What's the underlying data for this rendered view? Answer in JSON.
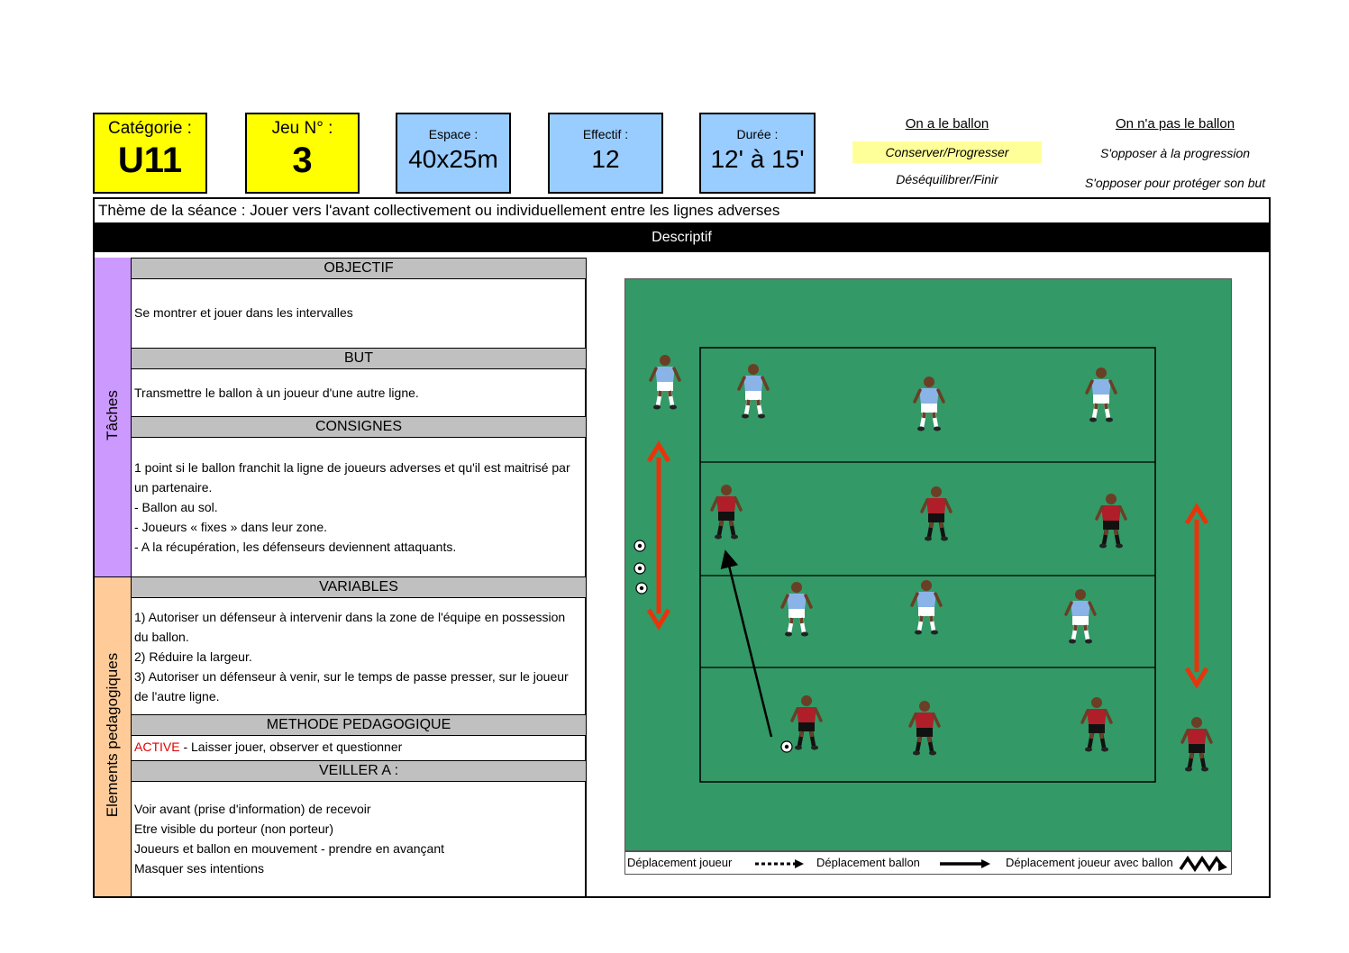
{
  "header": {
    "categorie": {
      "label": "Catégorie :",
      "value": "U11"
    },
    "jeu": {
      "label": "Jeu N° :",
      "value": "3"
    },
    "espace": {
      "label": "Espace :",
      "value": "40x25m"
    },
    "effectif": {
      "label": "Effectif :",
      "value": "12"
    },
    "duree": {
      "label": "Durée :",
      "value": "12' à 15'"
    }
  },
  "phases": {
    "with_ball": {
      "title": "On a le ballon",
      "items": [
        "Conserver/Progresser",
        "Déséquilibrer/Finir"
      ],
      "highlighted": "Conserver/Progresser"
    },
    "without_ball": {
      "title": "On n'a pas le ballon",
      "items": [
        "S'opposer à la progression",
        "S'opposer pour protéger son but"
      ]
    }
  },
  "theme": "Thème de la séance : Jouer vers l'avant collectivement ou individuellement entre les lignes adverses",
  "descriptif": "Descriptif",
  "side_labels": {
    "taches": "Tâches",
    "elements": "Elements pedagogiques"
  },
  "sections": {
    "objectif": {
      "title": "OBJECTIF",
      "text": "Se montrer et jouer dans les intervalles"
    },
    "but": {
      "title": "BUT",
      "text": "Transmettre le ballon à un joueur d'une autre ligne."
    },
    "consignes": {
      "title": "CONSIGNES",
      "lines": [
        "1 point si le ballon franchit la ligne de joueurs adverses et qu'il est maitrisé par",
        "un partenaire.",
        "- Ballon au sol.",
        "- Joueurs « fixes » dans leur zone.",
        "- A la récupération, les défenseurs deviennent attaquants."
      ]
    },
    "variables": {
      "title": "VARIABLES",
      "lines": [
        "1) Autoriser un défenseur à intervenir dans la zone de l'équipe en possession",
        "du ballon.",
        "2) Réduire la largeur.",
        "3) Autoriser un défenseur à venir, sur le temps de passe presser, sur le joueur",
        "de l'autre ligne."
      ]
    },
    "methode": {
      "title": "METHODE PEDAGOGIQUE",
      "active": "ACTIVE",
      "text": " - Laisser jouer, observer et questionner"
    },
    "veiller": {
      "title": "VEILLER A :",
      "lines": [
        "Voir avant (prise d'information) de recevoir",
        "Etre visible du porteur (non porteur)",
        "Joueurs et ballon en mouvement - prendre en avançant",
        "Masquer ses intentions"
      ]
    }
  },
  "legend": {
    "joueur": "Déplacement joueur",
    "ballon": "Déplacement ballon",
    "joueur_ballon": "Déplacement joueur avec ballon"
  },
  "colors": {
    "pitch": "#339966",
    "team_blue": "#8ab4e8",
    "team_red": "#b01e2a",
    "arrow": "#e8340c",
    "header_yellow": "#ffff00",
    "header_blue": "#99ccff"
  }
}
